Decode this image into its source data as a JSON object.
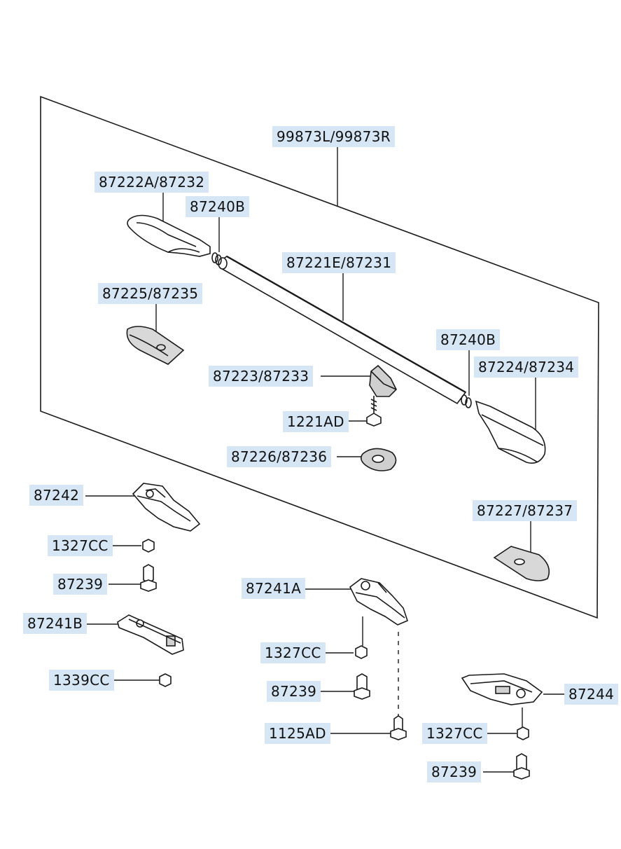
{
  "colors": {
    "callout_bg": "#d6e6f5",
    "ink": "#1a1a1a",
    "part_fill": "#bfbfbf"
  },
  "callouts": {
    "rack_assembly": "99873L/99873R",
    "front_end_cover": "87222A/87232",
    "spacer_front": "87240B",
    "rail": "87221E/87231",
    "front_pad": "87225/87235",
    "spacer_rear": "87240B",
    "rear_end_cover": "87224/87234",
    "center_cover": "87223/87233",
    "center_screw": "1221AD",
    "center_pad": "87226/87236",
    "rear_pad": "87227/87237",
    "front_bracket": "87242",
    "nut_1": "1327CC",
    "bolt_1": "87239",
    "bracket_b": "87241B",
    "nut_2": "1339CC",
    "bracket_a": "87241A",
    "nut_3": "1327CC",
    "bolt_2": "87239",
    "screw_1125": "1125AD",
    "rear_bracket": "87244",
    "nut_4": "1327CC",
    "bolt_3": "87239"
  }
}
